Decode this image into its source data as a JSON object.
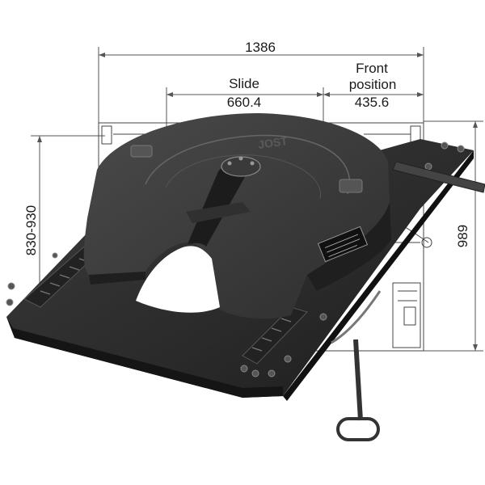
{
  "dimensions": {
    "overall_width": "1386",
    "slide_label": "Slide",
    "slide_value": "660.4",
    "front_label": "Front",
    "front_label_2": "position",
    "front_value": "435.6",
    "height_range": "830-930",
    "overall_height": "989"
  },
  "plate_label_text": "JOST",
  "colors": {
    "line": "#555555",
    "plate": "#2b2b2b",
    "plate_dark": "#1a1a1a",
    "frame": "#3a3a3a",
    "background": "#ffffff"
  }
}
